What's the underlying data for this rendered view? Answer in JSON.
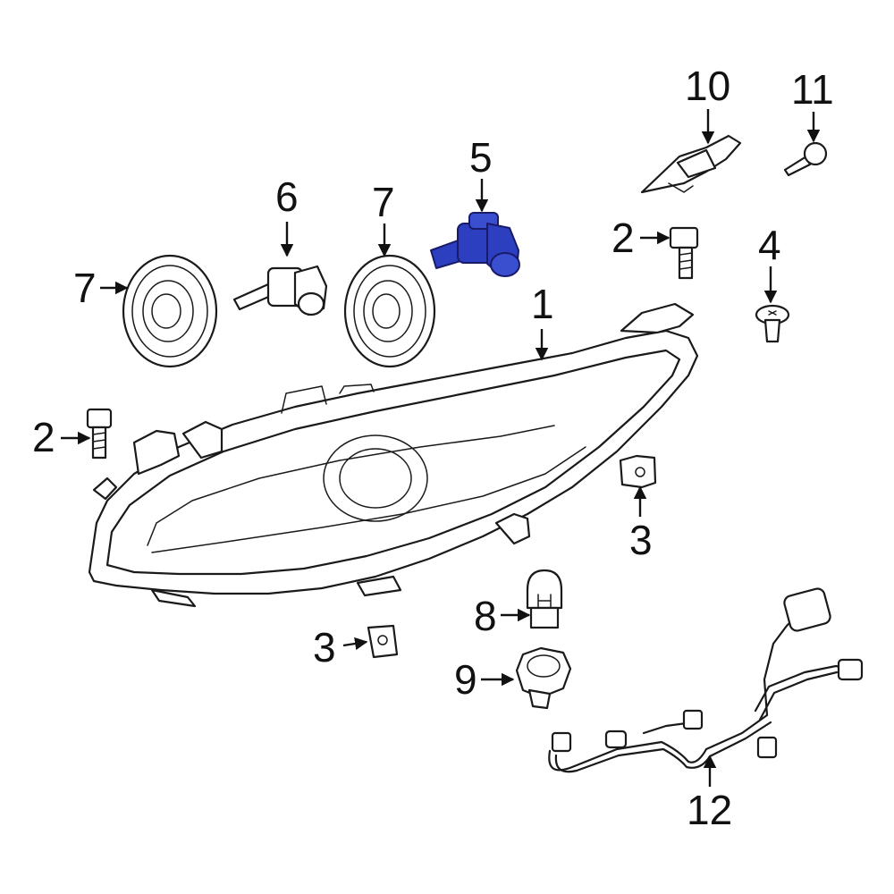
{
  "callouts": {
    "c1": "1",
    "c2a": "2",
    "c2b": "2",
    "c3a": "3",
    "c3b": "3",
    "c4": "4",
    "c5": "5",
    "c6": "6",
    "c7a": "7",
    "c7b": "7",
    "c8": "8",
    "c9": "9",
    "c10": "10",
    "c11": "11",
    "c12": "12"
  },
  "colors": {
    "highlight_part": "#2b3fbf",
    "linework": "#1a1a1a",
    "background": "#ffffff"
  }
}
